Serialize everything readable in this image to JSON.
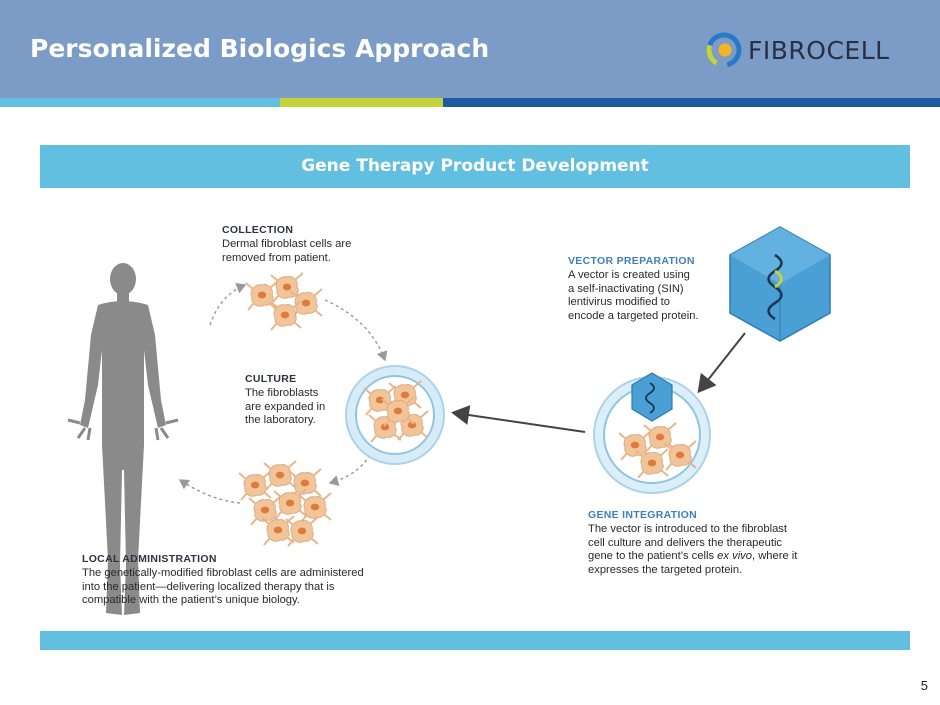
{
  "slide": {
    "title": "Personalized Biologics Approach",
    "page_number": "5"
  },
  "logo": {
    "text": "FIBROCELL"
  },
  "colors": {
    "header_bg": "#7a9cc6",
    "band_light_blue": "#63bfe0",
    "band_lime": "#c4d33a",
    "band_dark_blue": "#1d5a9e",
    "infographic_bar": "#63bfe0",
    "cell": "#f1c49a",
    "cell_nucleus": "#e07a3a",
    "human_figure": "#8a8a8a",
    "vector_blue": "#4aa0d4"
  },
  "infographic": {
    "title": "Gene Therapy Product Development",
    "steps": {
      "collection": {
        "heading": "COLLECTION",
        "lines": [
          "Dermal fibroblast cells are",
          "removed from patient."
        ]
      },
      "culture": {
        "heading": "CULTURE",
        "lines": [
          "The fibroblasts",
          "are expanded in",
          "the laboratory."
        ]
      },
      "vector_preparation": {
        "heading": "VECTOR PREPARATION",
        "lines": [
          "A vector is created using",
          "a self-inactivating (SIN)",
          "lentivirus modified to",
          "encode a targeted protein."
        ]
      },
      "gene_integration": {
        "heading": "GENE INTEGRATION",
        "lines": [
          "The vector is introduced to the fibroblast",
          "cell culture and delivers the therapeutic",
          "gene to the patient’s cells",
          "expresses the targeted protein."
        ],
        "italic_term": "ex vivo",
        "line3_suffix": ", where it"
      },
      "local_administration": {
        "heading": "LOCAL ADMINISTRATION",
        "lines": [
          "The genetically-modified fibroblast cells are administered",
          "into the patient—delivering localized therapy that is",
          "compatible with the patient’s unique biology."
        ]
      }
    }
  }
}
